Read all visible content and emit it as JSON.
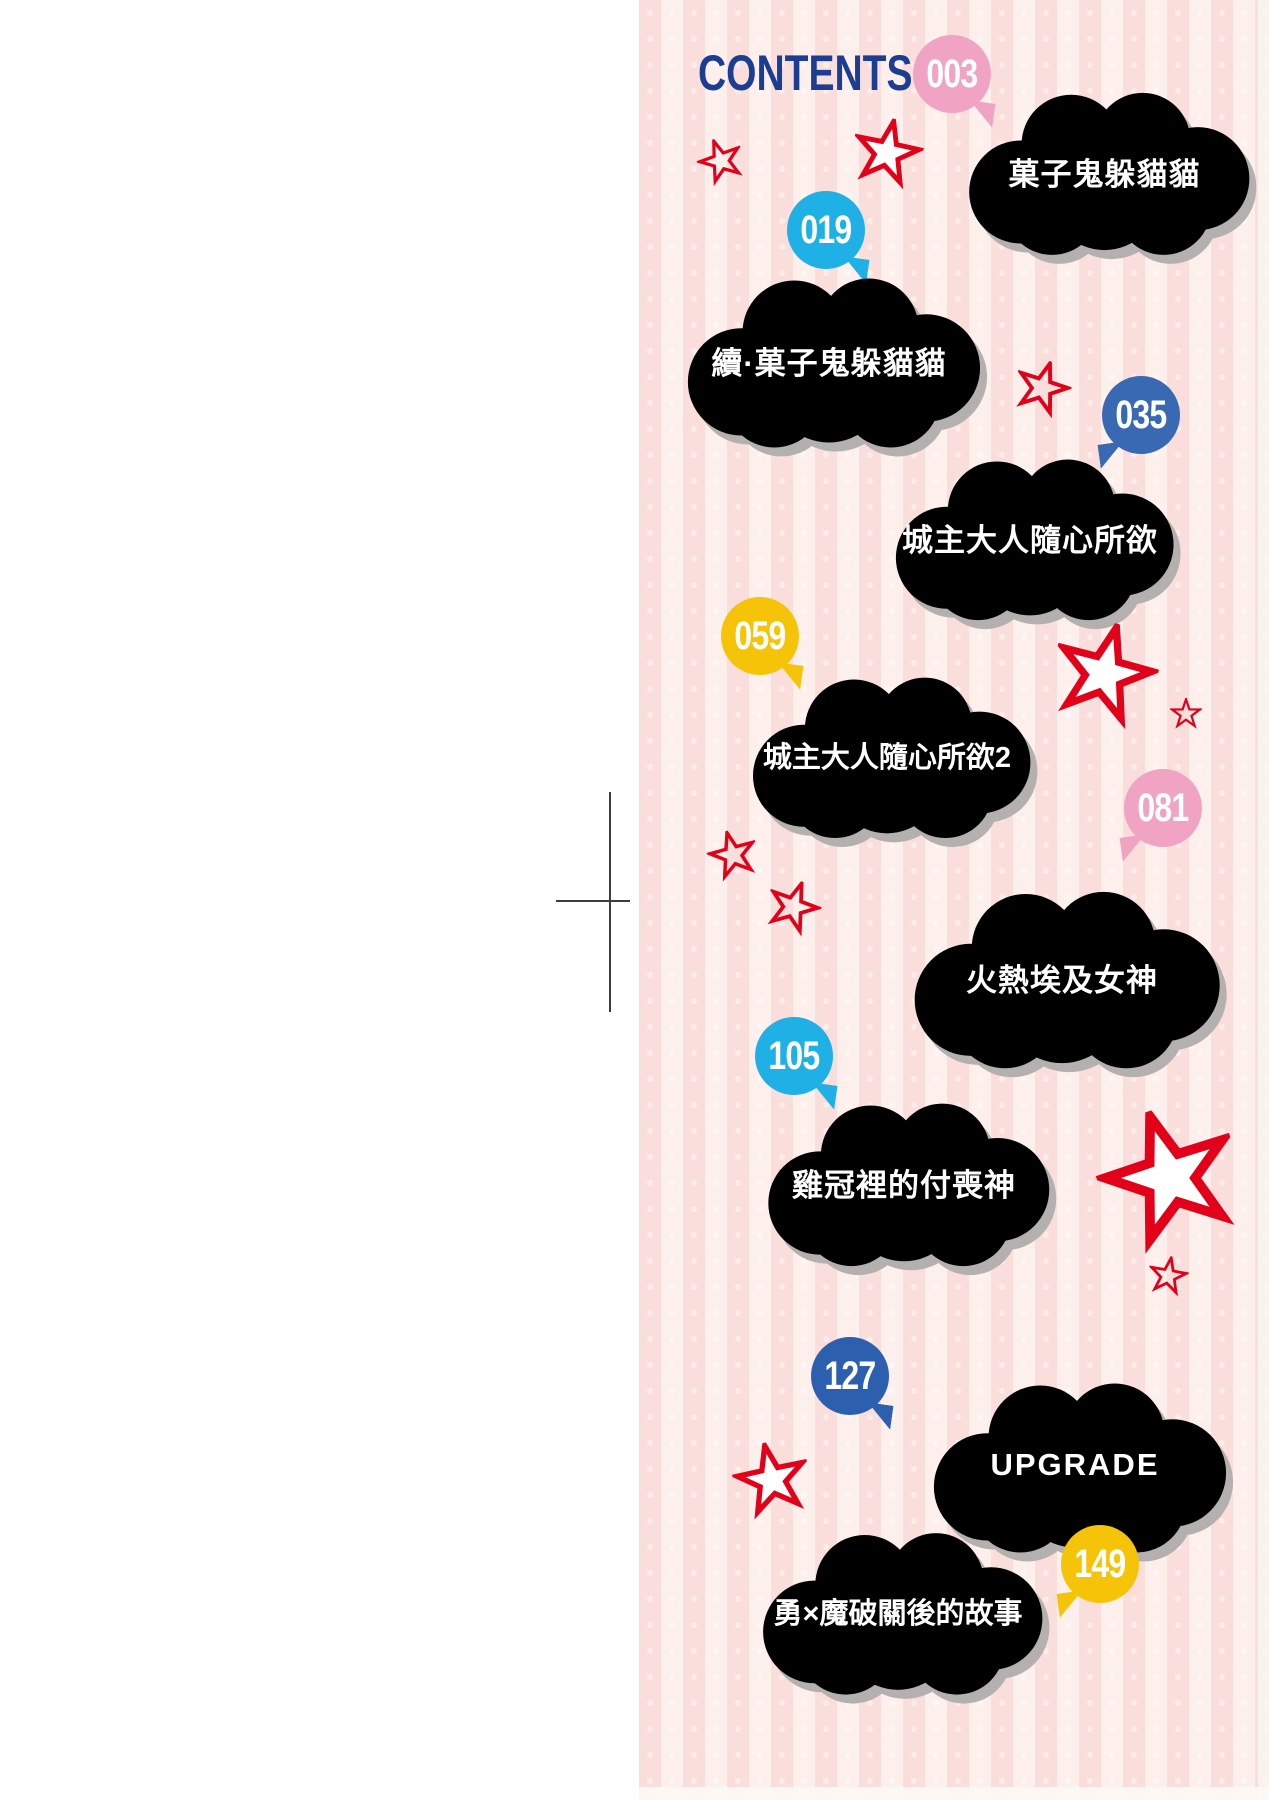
{
  "toc": {
    "title": "CONTENTS",
    "entries": [
      {
        "page": "003",
        "title": "菓子鬼躲貓貓",
        "badge_color": "#f0a3c2",
        "cloud_color": "#f5cdb1"
      },
      {
        "page": "019",
        "title": "續·菓子鬼躲貓貓",
        "badge_color": "#1fb1e6",
        "cloud_color": "#a4d6f3"
      },
      {
        "page": "035",
        "title": "城主大人隨心所欲",
        "badge_color": "#3a69b4",
        "cloud_color": "#8da8d8"
      },
      {
        "page": "059",
        "title": "城主大人隨心所欲2",
        "badge_color": "#f5c307",
        "cloud_color": "#fbdb4e"
      },
      {
        "page": "081",
        "title": "火熱埃及女神",
        "badge_color": "#f0a3c2",
        "cloud_color": "#f5cdb1"
      },
      {
        "page": "105",
        "title": "雞冠裡的付喪神",
        "badge_color": "#1fb1e6",
        "cloud_color": "#a4d6f3"
      },
      {
        "page": "127",
        "title": "UPGRADE",
        "badge_color": "#2c5fad",
        "cloud_color": "#8da8d8"
      },
      {
        "page": "149",
        "title": "勇×魔破關後的故事",
        "badge_color": "#f5c307",
        "cloud_color": "#fbdb4e"
      }
    ]
  },
  "decorations": {
    "star_color": "#e30019",
    "star_count": 10,
    "registration_mark": true,
    "background": "pink vertical stripes with dot texture",
    "title_color": "#1c3e92",
    "cloud_shadow_color": "#b3b0af"
  }
}
